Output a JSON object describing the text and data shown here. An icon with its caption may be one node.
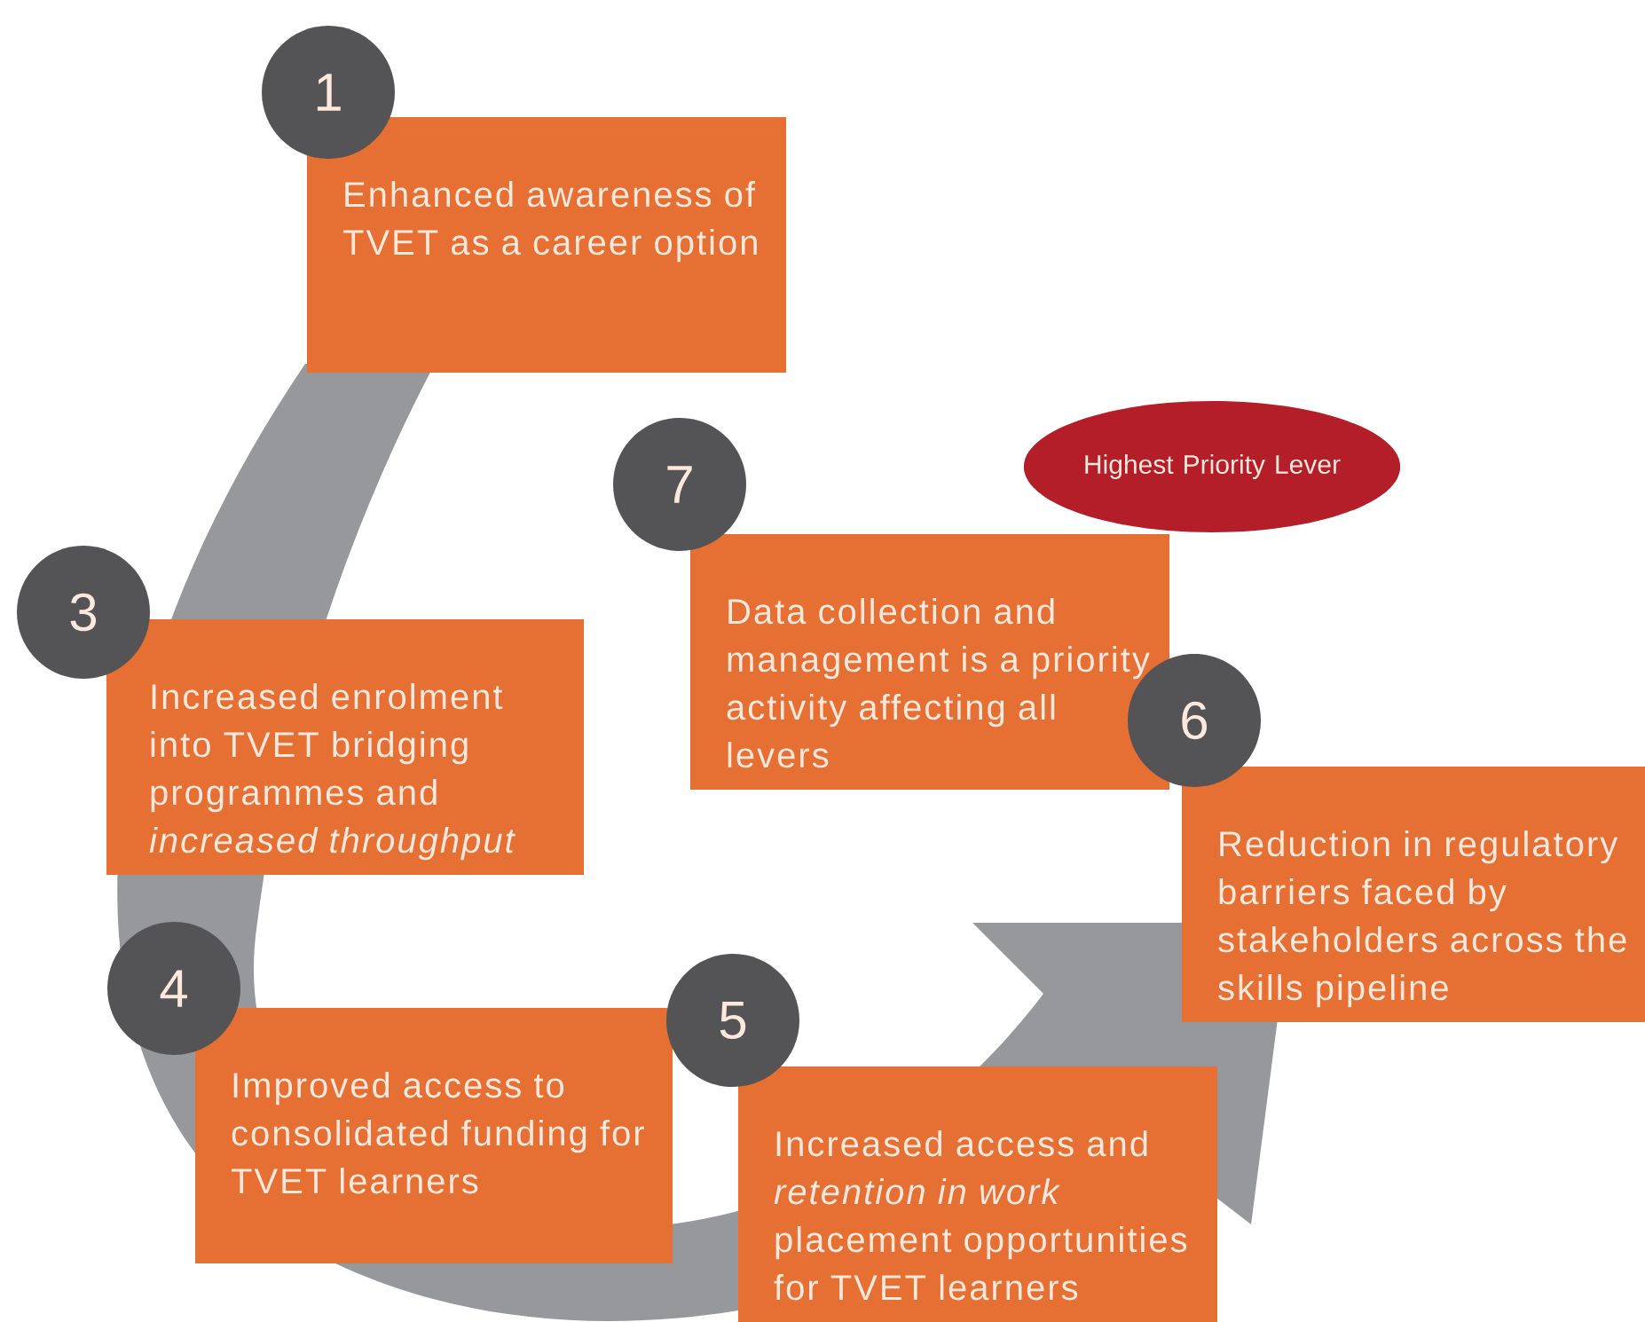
{
  "diagram": {
    "nodes": [
      {
        "text": [
          "1"
        ]
      },
      {
        "text": [
          "Enhanced awareness of TVET as a career option"
        ]
      },
      {
        "text": [
          "7"
        ]
      },
      {
        "text": [
          "Data collection and management is a priority activity affecting all levers"
        ]
      },
      {
        "text": [
          "Highest Priority Lever"
        ]
      },
      {
        "text": [
          "3"
        ]
      },
      {
        "text": [
          "Increased enrolment into TVET bridging programmes and *increased throughput*"
        ]
      },
      {
        "text": [
          "6"
        ]
      },
      {
        "text": [
          "Reduction in regulatory barriers faced by stakeholders across the skills pipeline"
        ]
      },
      {
        "text": [
          "4"
        ]
      },
      {
        "text": [
          "Improved access to consolidated funding for TVET learners"
        ]
      },
      {
        "text": [
          "5"
        ]
      },
      {
        "text": [
          "Increased access and *retention in work* placement opportunities for TVET learners"
        ]
      }
    ]
  }
}
